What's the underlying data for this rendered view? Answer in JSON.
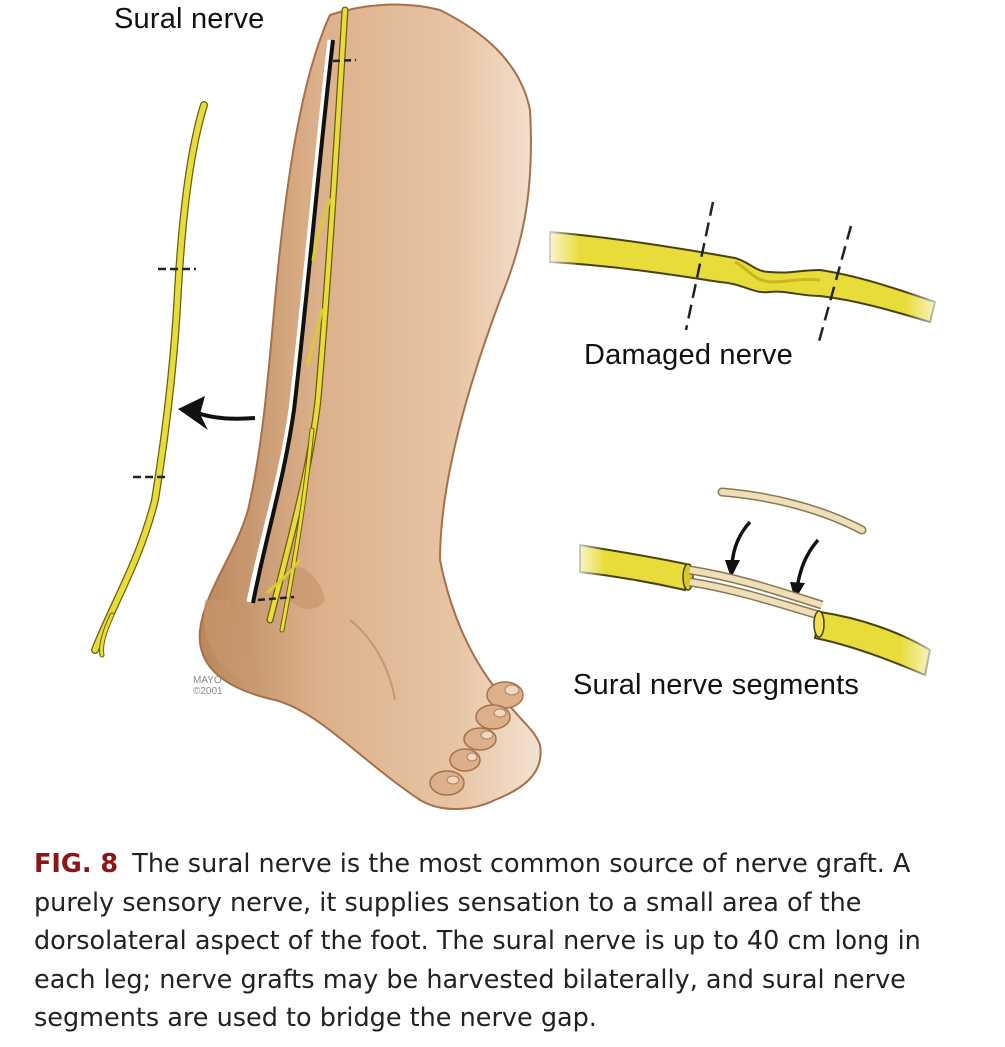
{
  "figure": {
    "labels": {
      "sural_nerve": "Sural nerve",
      "damaged_nerve": "Damaged nerve",
      "sural_nerve_segments": "Sural nerve segments"
    },
    "credit": {
      "line1": "MAYO",
      "line2": "©2001"
    },
    "colors": {
      "nerve": "#e8dc3a",
      "nerve_outline": "#6b5d10",
      "skin": "#d9ab82",
      "skin_shadow": "#b47e52",
      "graft": "#eedfb8",
      "figure_number": "#8c1515"
    }
  },
  "caption": {
    "figure_number": "FIG. 8",
    "text": "The sural nerve is the most common source of nerve graft. A purely sensory nerve, it supplies sensation to a small area of the dorsolateral aspect of the foot. The sural nerve is up to 40 cm long in each leg; nerve grafts may be harvested bilaterally, and sural nerve segments are used to bridge the nerve gap."
  }
}
